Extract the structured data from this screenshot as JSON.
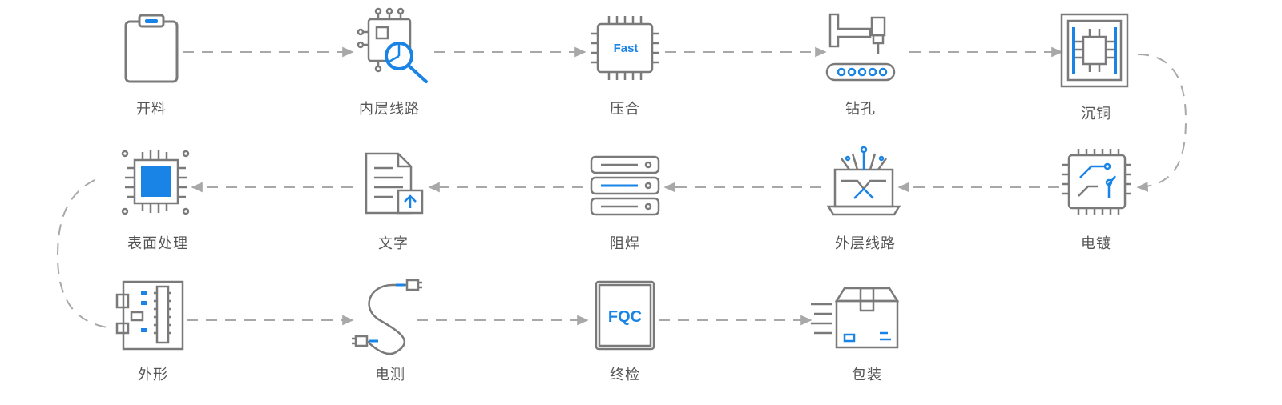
{
  "colors": {
    "icon": "#7a7a7a",
    "accent": "#1a84e6",
    "arrow": "#a8a8a8",
    "label": "#555555"
  },
  "steps": [
    {
      "id": "kailiao",
      "label": "开料",
      "icon": "clipboard-icon"
    },
    {
      "id": "neiceng",
      "label": "内层线路",
      "icon": "circuit-search-icon"
    },
    {
      "id": "yahe",
      "label": "压合",
      "icon": "chip-fast-icon",
      "chip_text": "Fast"
    },
    {
      "id": "zuankong",
      "label": "钻孔",
      "icon": "drill-icon"
    },
    {
      "id": "chentong",
      "label": "沉铜",
      "icon": "copper-panel-icon"
    },
    {
      "id": "diandu",
      "label": "电镀",
      "icon": "chip-circuit-icon"
    },
    {
      "id": "waiceng",
      "label": "外层线路",
      "icon": "laptop-circuit-icon"
    },
    {
      "id": "zuhan",
      "label": "阻焊",
      "icon": "server-stack-icon"
    },
    {
      "id": "wenzi",
      "label": "文字",
      "icon": "document-upload-icon"
    },
    {
      "id": "biaomian",
      "label": "表面处理",
      "icon": "processor-icon"
    },
    {
      "id": "waixing",
      "label": "外形",
      "icon": "board-outline-icon"
    },
    {
      "id": "launch",
      "label": "电测",
      "icon": "cable-icon"
    },
    {
      "id": "zhongjian",
      "label": "终检",
      "icon": "fqc-box-icon",
      "box_text": "FQC"
    },
    {
      "id": "baozhuang",
      "label": "包装",
      "icon": "package-icon"
    }
  ]
}
